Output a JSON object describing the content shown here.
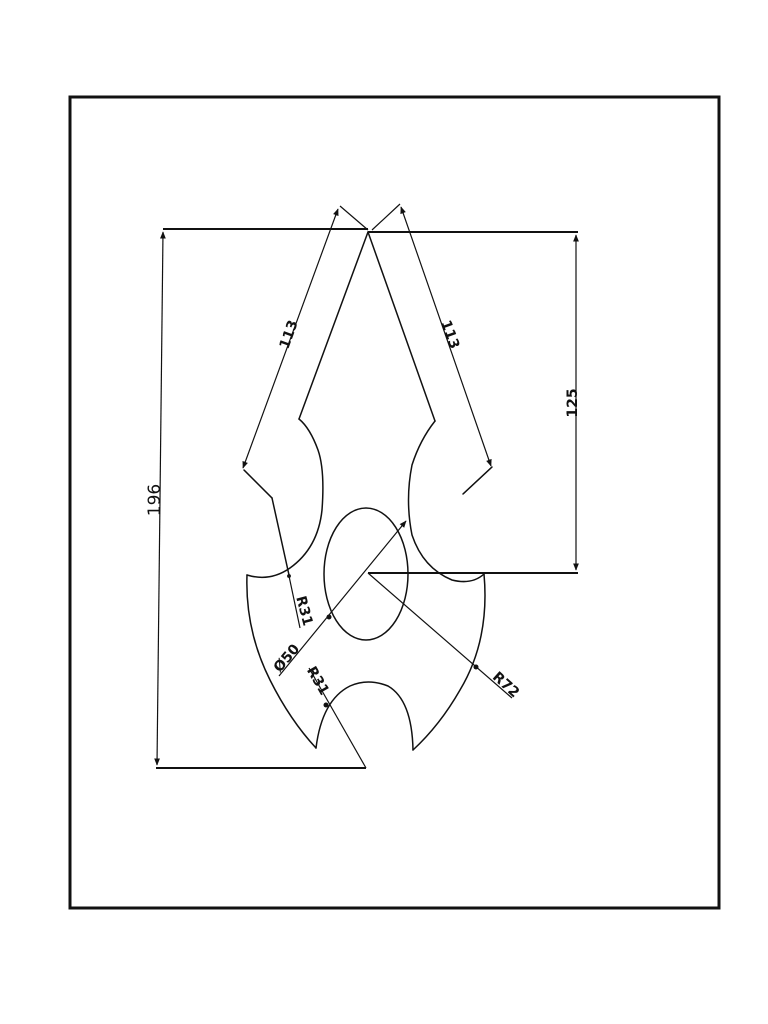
{
  "drawing": {
    "dimensions": {
      "overall_height": "196",
      "upper_height": "125",
      "left_arm_length": "113",
      "right_arm_length": "113",
      "left_arc_radius": "R31",
      "lower_arc_radius": "R31",
      "hole_diameter": "Ø50",
      "outer_radius": "R72"
    }
  }
}
